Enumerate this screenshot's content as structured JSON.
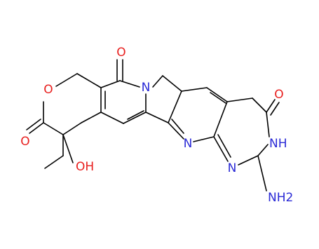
{
  "molecule": {
    "atom_labels": {
      "o_top_carbonyl": "O",
      "n_ring_b": "N",
      "o_ring_lactone": "O",
      "o_lactone_carbonyl": "O",
      "oh_group": "OH",
      "n_pyridine": "N",
      "n_pyrimidine": "N",
      "nh_pyrimidine": "NH",
      "o_pyrimidinone": "O",
      "nh2_group": "NH2"
    }
  },
  "colors": {
    "oxygen": "#e8201f",
    "nitrogen": "#2a2ad6",
    "bond": "#000000",
    "background": "#ffffff"
  }
}
